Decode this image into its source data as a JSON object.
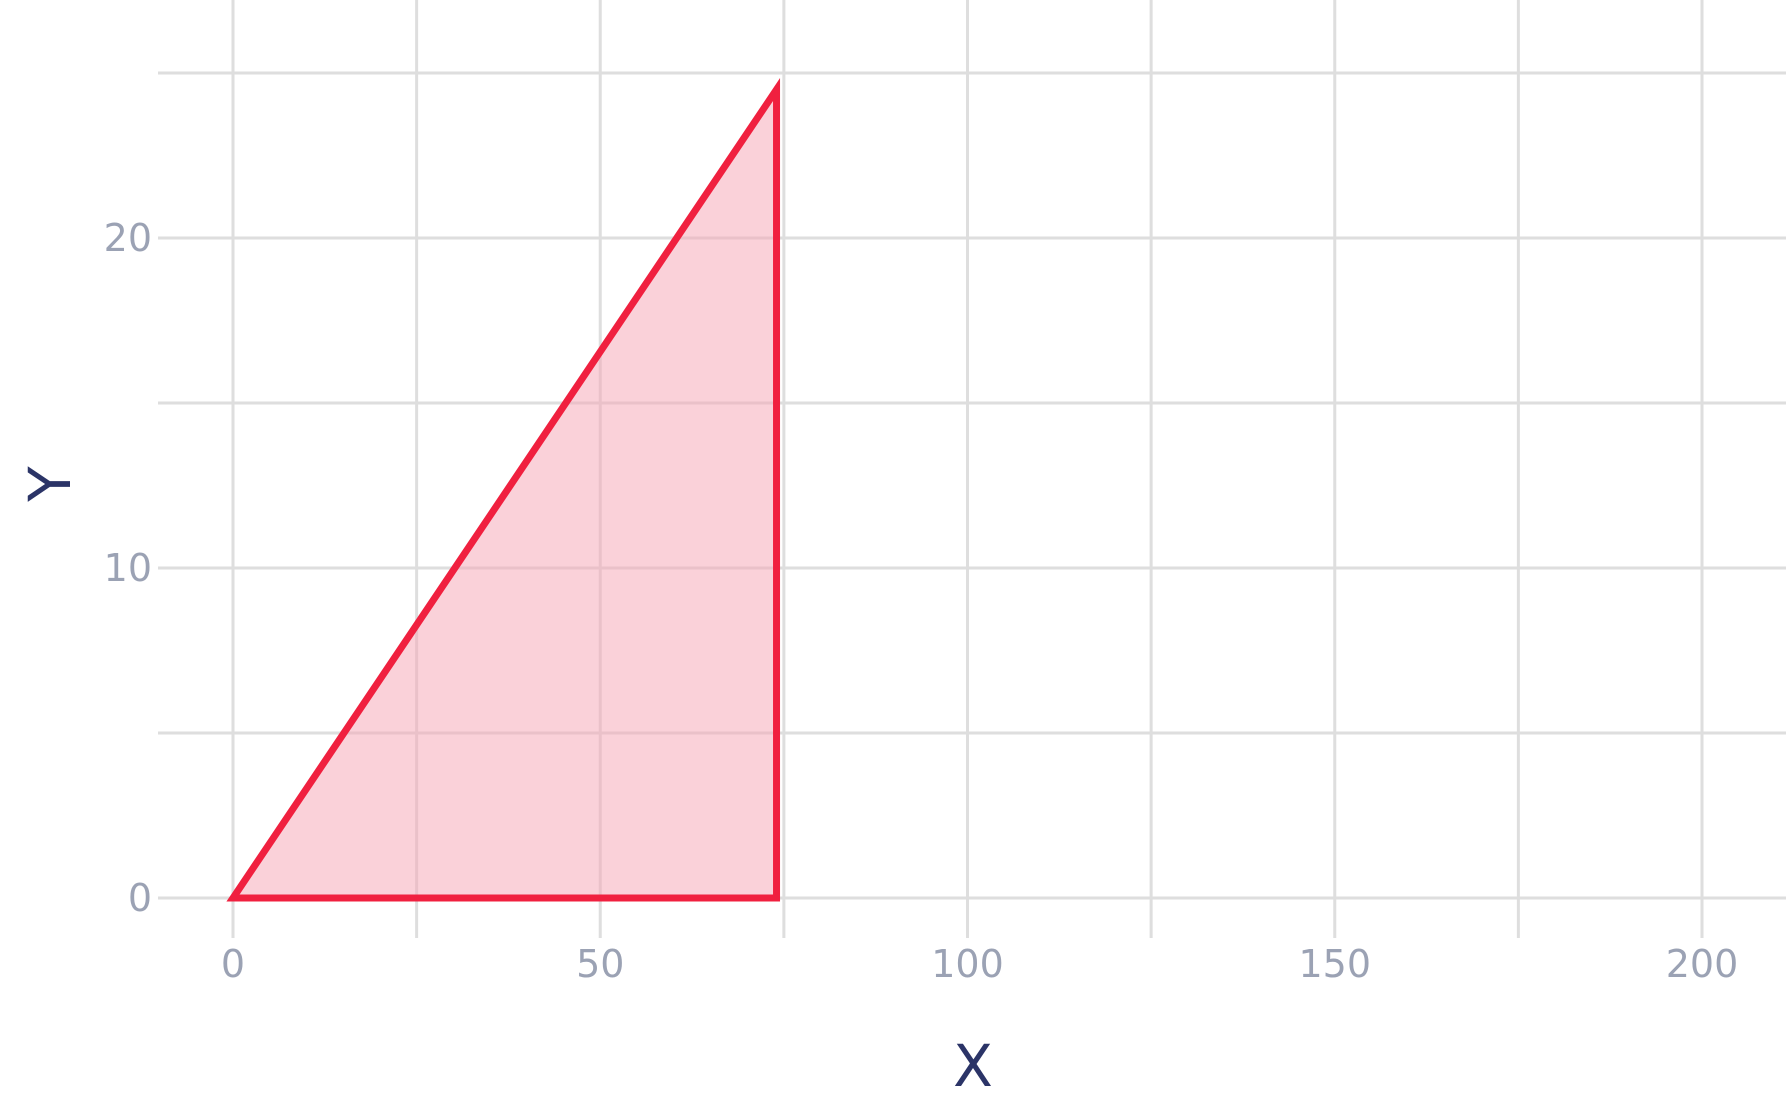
{
  "chart_data": {
    "type": "area",
    "xlabel": "X",
    "ylabel": "Y",
    "xlim": [
      -10,
      212
    ],
    "ylim": [
      -1,
      27
    ],
    "x_ticks": [
      0,
      50,
      100,
      150,
      200
    ],
    "x_tick_labels": [
      "0",
      "50",
      "100",
      "150",
      "200"
    ],
    "x_minor_grid": [
      25,
      75,
      125,
      175
    ],
    "y_ticks": [
      0,
      10,
      20
    ],
    "y_tick_labels": [
      "0",
      "10",
      "20"
    ],
    "y_minor_grid": [
      5,
      15,
      25
    ],
    "grid": true,
    "series": [
      {
        "shape": "closed-polygon",
        "x": [
          0,
          74,
          74,
          0
        ],
        "y": [
          0,
          0,
          24.5,
          0
        ],
        "line_color": "#f0203f",
        "fill_color": "#f5a3b3",
        "fill_opacity": 0.5
      }
    ]
  }
}
